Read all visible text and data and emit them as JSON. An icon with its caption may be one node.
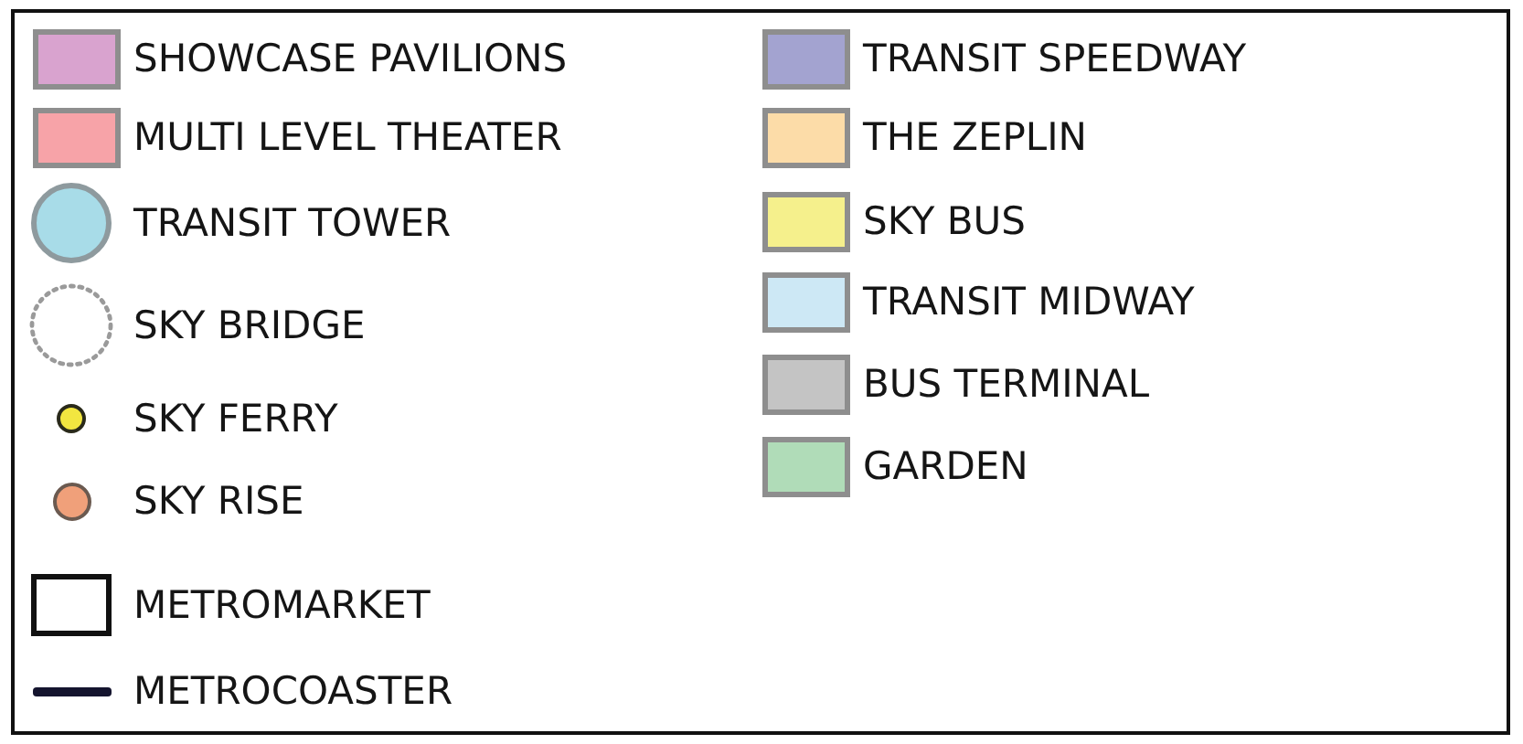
{
  "diagram": {
    "legend": [
      {
        "text": "SHOWCASE PAVILIONS",
        "color": "#d9a3cf"
      },
      {
        "text": "MULTI LEVEL THEATER",
        "color": "#f7a3a8"
      },
      {
        "text": "TRANSIT TOWER",
        "color": "#a8dce8"
      },
      {
        "text": "SKY BRIDGE"
      },
      {
        "text": "SKY FERRY",
        "color": "#f2e640"
      },
      {
        "text": "SKY RISE",
        "color": "#f0a07a"
      },
      {
        "text": "METROMARKET"
      },
      {
        "text": "METROCOASTER"
      },
      {
        "text": "TRANSIT SPEEDWAY",
        "color": "#a3a3d0"
      },
      {
        "text": "THE ZEPLIN",
        "color": "#fcdca8"
      },
      {
        "text": "SKY BUS",
        "color": "#f5f08c"
      },
      {
        "text": "TRANSIT MIDWAY",
        "color": "#cde8f5"
      },
      {
        "text": "BUS TERMINAL",
        "color": "#c4c4c4"
      },
      {
        "text": "GARDEN",
        "color": "#b0dcb8"
      }
    ]
  }
}
